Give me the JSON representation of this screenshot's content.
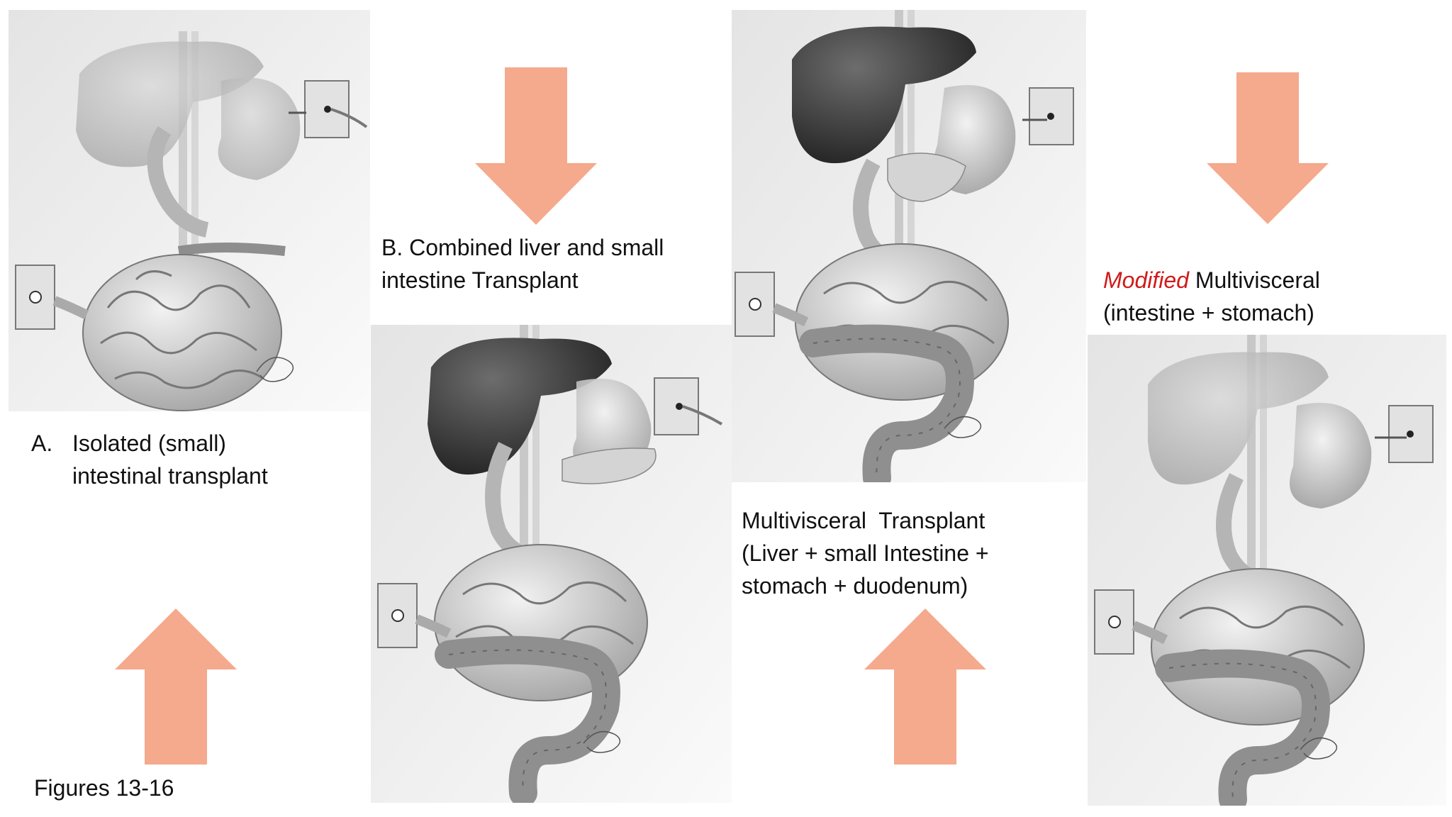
{
  "captions": {
    "a_marker": "A.",
    "a_line1": "Isolated (small)",
    "a_line2": "intestinal transplant",
    "b_line1": "B. Combined liver and small",
    "b_line2": "intestine Transplant",
    "c_line1": "Multivisceral  Transplant",
    "c_line2": "(Liver + small Intestine +",
    "c_line3": "stomach + duodenum)",
    "d_emphasis": "Modified",
    "d_line1_rest": " Multivisceral",
    "d_line2": "(intestine + stomach)",
    "figures": "Figures 13-16"
  },
  "colors": {
    "arrow_fill": "#f5a98d",
    "emphasis": "#d11a1a"
  },
  "arrows": [
    {
      "name": "arrow-down-b",
      "direction": "down"
    },
    {
      "name": "arrow-down-d",
      "direction": "down"
    },
    {
      "name": "arrow-up-a",
      "direction": "up"
    },
    {
      "name": "arrow-up-c",
      "direction": "up"
    }
  ],
  "illustrations": [
    {
      "name": "illustration-isolated-intestine",
      "liver": "transparent",
      "stoma_pouches": 2,
      "colon": false
    },
    {
      "name": "illustration-liver-small-intestine",
      "liver": "dark",
      "stoma_pouches": 2,
      "colon": true
    },
    {
      "name": "illustration-multivisceral",
      "liver": "dark",
      "stoma_pouches": 2,
      "colon": true
    },
    {
      "name": "illustration-modified-multivisceral",
      "liver": "transparent",
      "stoma_pouches": 2,
      "colon": true
    }
  ]
}
